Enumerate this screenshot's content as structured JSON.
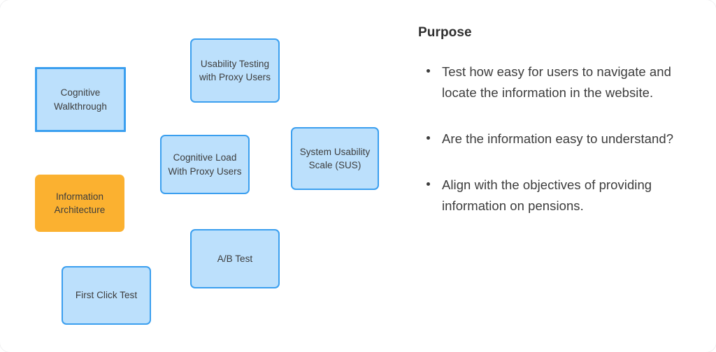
{
  "slide": {
    "background_color": "#ffffff",
    "diagram": {
      "colors": {
        "node_fill": "#bce0fc",
        "node_border": "#3b9fef",
        "highlight_fill": "#fbb130",
        "text": "#3c3c3c"
      },
      "nodes": [
        {
          "id": "cognitive-walkthrough",
          "label": "Cognitive\nWalkthrough",
          "style": "blue-accent"
        },
        {
          "id": "usability-testing",
          "label": "Usability Testing\nwith Proxy Users",
          "style": "blue"
        },
        {
          "id": "cognitive-load",
          "label": "Cognitive Load\nWith Proxy Users",
          "style": "blue"
        },
        {
          "id": "system-usability-scale",
          "label": "System Usability\nScale (SUS)",
          "style": "blue"
        },
        {
          "id": "information-architecture",
          "label": "Information\nArchitecture",
          "style": "orange"
        },
        {
          "id": "ab-test",
          "label": "A/B Test",
          "style": "blue"
        },
        {
          "id": "first-click-test",
          "label": "First Click Test",
          "style": "blue"
        }
      ]
    },
    "purpose": {
      "heading": "Purpose",
      "bullets": [
        "Test how easy for users to navigate and locate the information in the website.",
        "Are the information easy to understand?",
        "Align with the objectives of providing information on pensions."
      ]
    }
  }
}
